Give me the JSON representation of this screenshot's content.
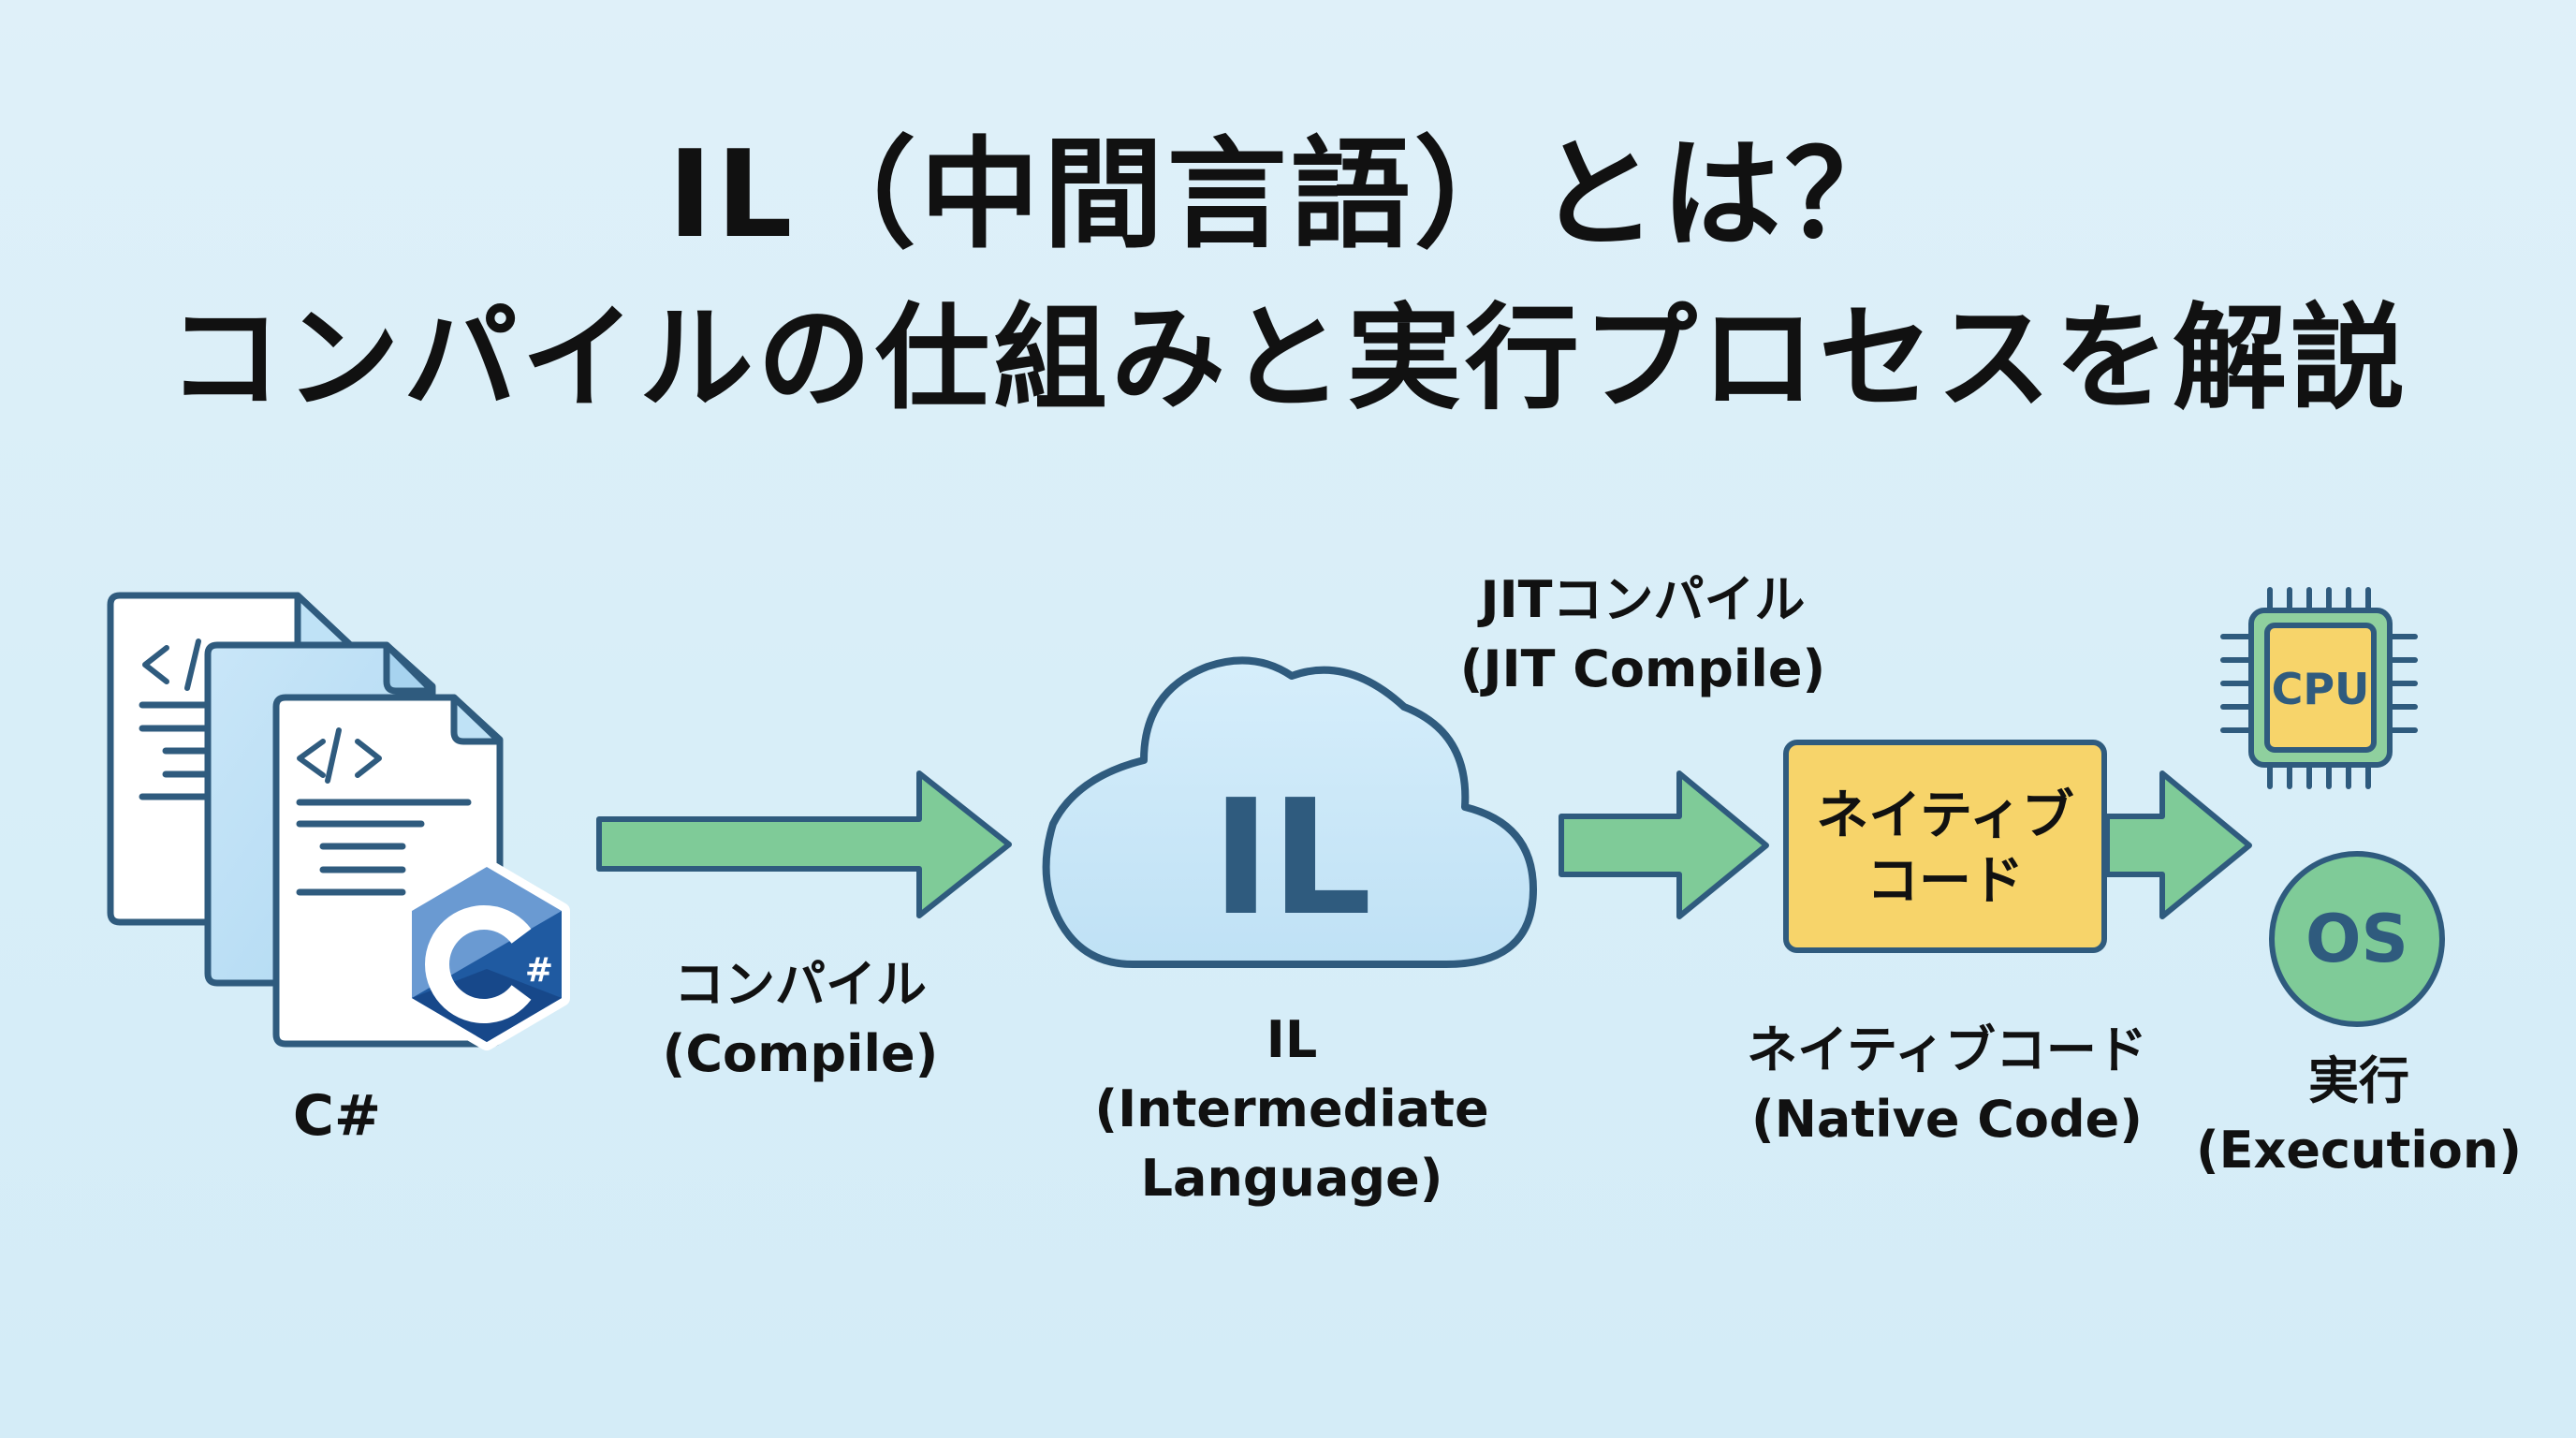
{
  "title": {
    "line1": "IL（中間言語）とは？",
    "line2": "コンパイルの仕組みと実行プロセスを解説"
  },
  "colors": {
    "background": "#dbeff8",
    "outline": "#2f5b7e",
    "arrow_fill": "#7fcb98",
    "cloud_fill": "#c9e7f7",
    "native_box_fill": "#f7d46a",
    "os_fill": "#7fcb98",
    "cpu_outer_fill": "#8fd09e",
    "cpu_inner_fill": "#f7d46a",
    "csharp_logo_light": "#6a9ad2",
    "csharp_logo_dark": "#1b4f91"
  },
  "diagram": {
    "source": {
      "icon": "source-code-files-icon",
      "code_glyph": "</>",
      "logo_label": "C",
      "logo_sup": "#",
      "label": "C#"
    },
    "compile_arrow": {
      "icon": "arrow-right-icon",
      "label_ja": "コンパイル",
      "label_en": "(Compile)"
    },
    "il": {
      "icon": "cloud-icon",
      "cloud_text": "IL",
      "label_line1": "IL",
      "label_line2": "(Intermediate",
      "label_line3": "Language)"
    },
    "jit_arrow": {
      "icon": "arrow-right-icon",
      "label_ja": "JITコンパイル",
      "label_en": "(JIT Compile)"
    },
    "native": {
      "box_line1": "ネイティブ",
      "box_line2": "コード",
      "label_ja": "ネイティブコード",
      "label_en": "(Native Code)"
    },
    "execution": {
      "cpu_text": "CPU",
      "os_text": "OS",
      "label_ja": "実行",
      "label_en": "(Execution)"
    }
  }
}
